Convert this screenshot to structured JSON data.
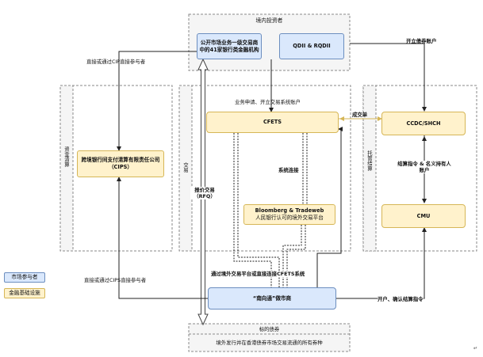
{
  "zones": {
    "domestic_investors": "境内投资者",
    "fund_clearing": "资金清算",
    "trading": "交易",
    "custody_settlement": "托管结算",
    "target_bonds": "标的债券",
    "target_bonds_desc": "境外发行并在香港债券市场交易流通的所有券种"
  },
  "nodes": {
    "banks": "公开市场业务一级交易商中的41家银行类金融机构",
    "qdii": "QDII & RQDII",
    "cfets": "CFETS",
    "ccdc": "CCDC/SHCH",
    "cips": "跨境银行间支付清算有限责任公司（CIPS）",
    "bloomberg": "Bloomberg & Tradeweb",
    "bloomberg_sub": "人民银行认可的境外交易平台",
    "cmu": "CMU",
    "market_maker": "“南向通”做市商"
  },
  "edge_labels": {
    "cip_top": "直接或通过CIP直接参与者",
    "cips_bottom": "直接或通过CIPS直接参与者",
    "open_account": "开立债券账户",
    "business_apply": "业务申请、开立交易系统账户",
    "trade_done": "成交单",
    "system_connect": "系统连接",
    "quote": "报价交易（RFQ）",
    "settlement": "结算指令 & 名义持有人账户",
    "via_platform": "通过境外交易平台或直接连接CFETS系统",
    "open_confirm": "开户、确认结算指令"
  },
  "legend": {
    "market_participant": "市场参与者",
    "infrastructure": "金融基础设施"
  },
  "colors": {
    "participant_fill": "#dae8fc",
    "infrastructure_fill": "#fff2cc",
    "arrow": "#222222",
    "trade_arrow": "#d6b656"
  }
}
